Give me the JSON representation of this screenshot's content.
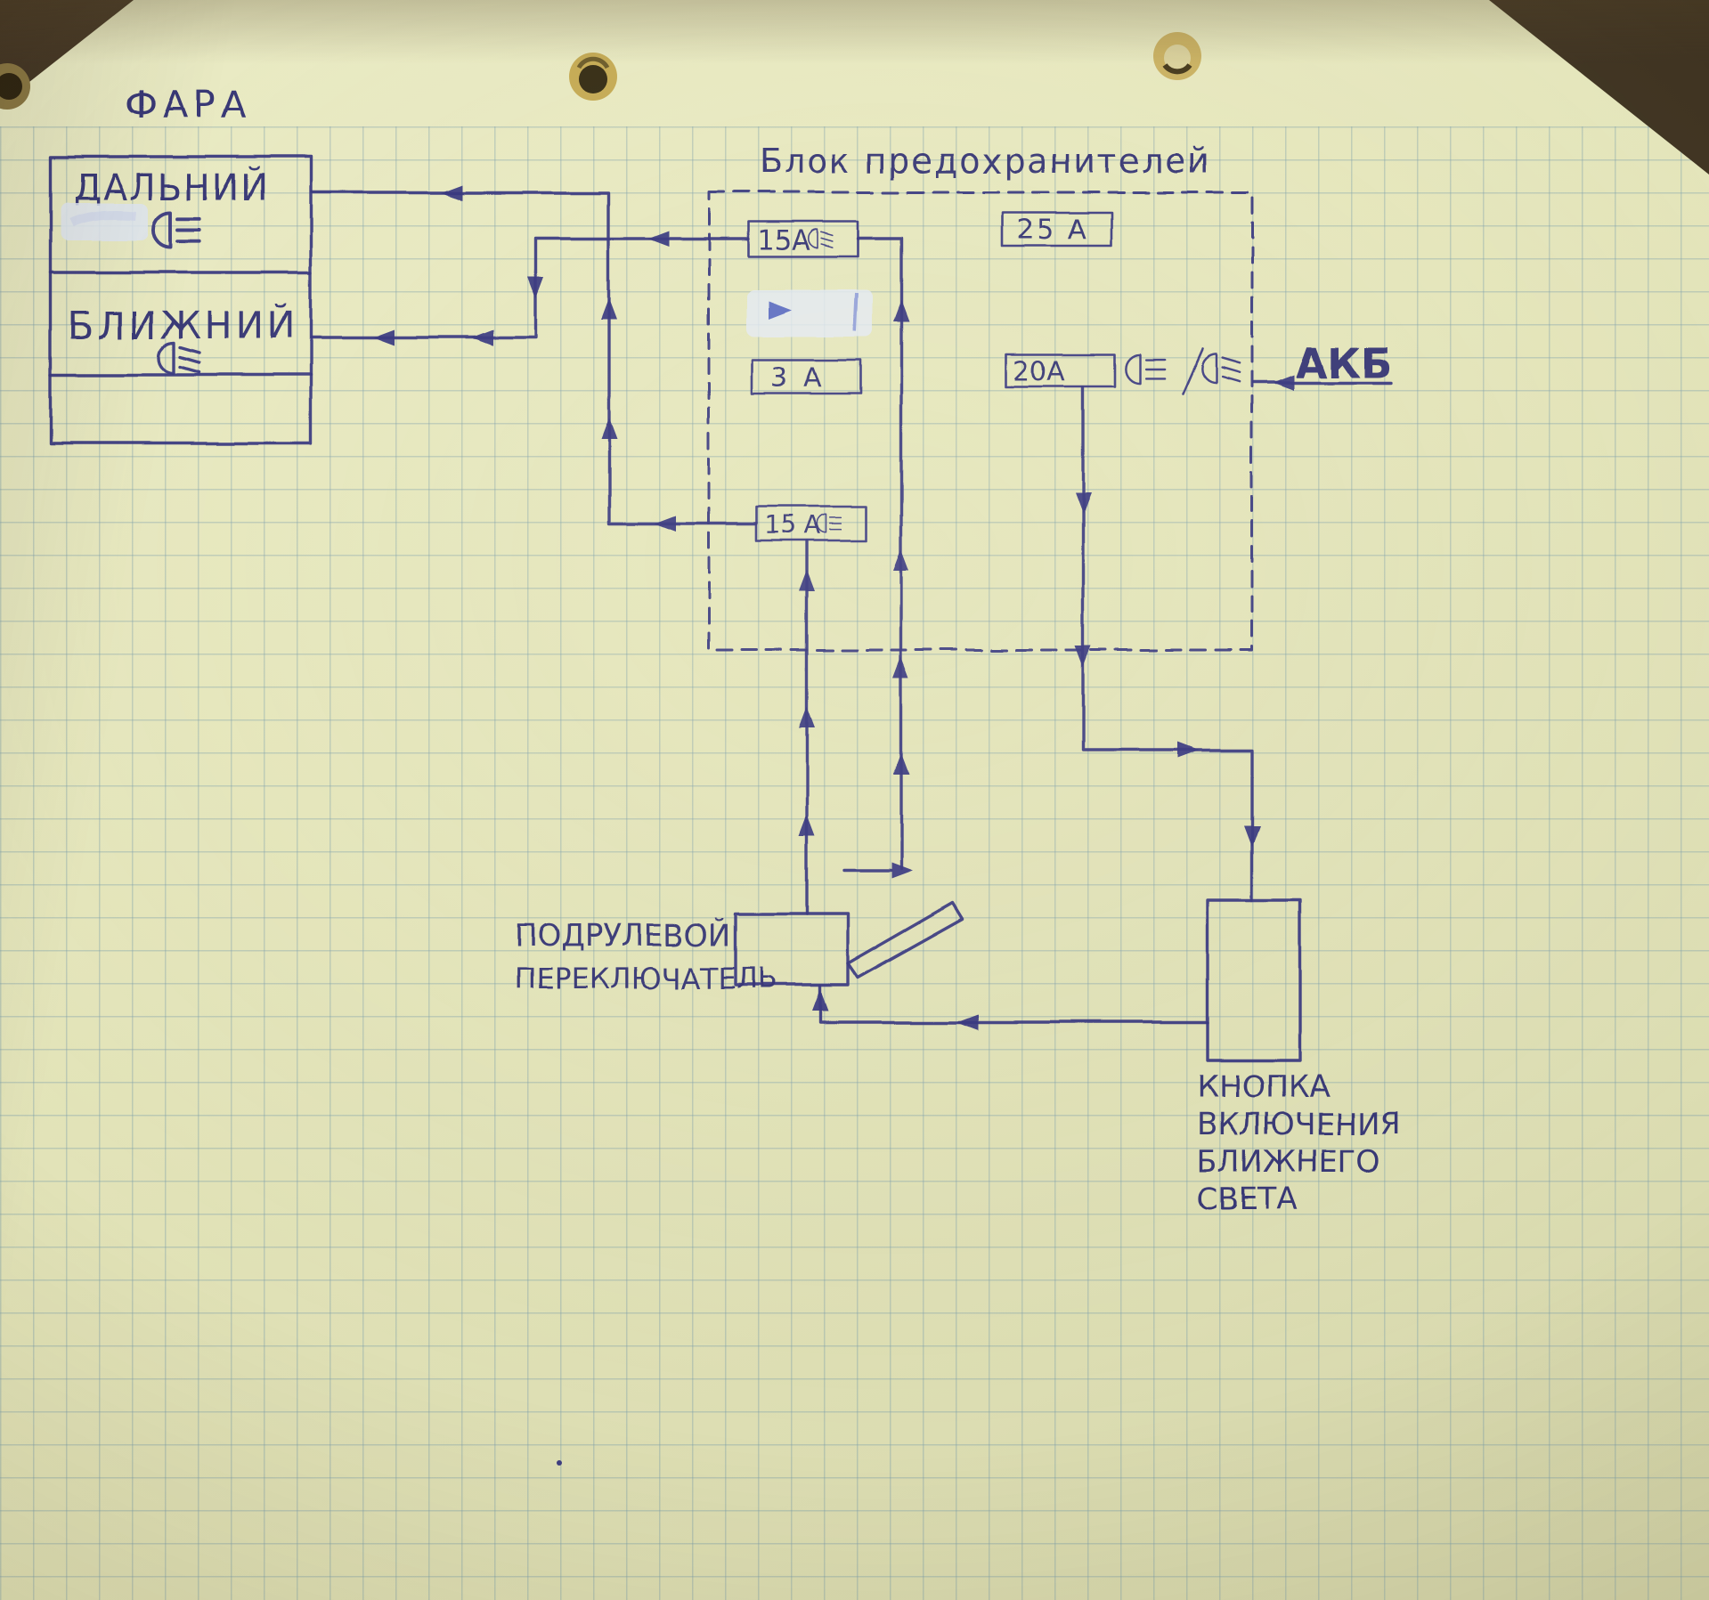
{
  "titles": {
    "headlamp": "ФАРА",
    "fuse_block": "Блок предохранителей"
  },
  "headlamp": {
    "high_beam": "ДАЛЬНИЙ",
    "low_beam": "БЛИЖНИЙ"
  },
  "fuses": {
    "top_15": "15А",
    "spare_25": "25 А",
    "spare_3": "3 А",
    "f20": "20А",
    "bottom_15": "15 А"
  },
  "battery": "АКБ",
  "column_switch": {
    "line1": "ПОДРУЛЕВОЙ",
    "line2": "ПЕРЕКЛЮЧАТЕЛЬ"
  },
  "low_beam_button": {
    "line1": "КНОПКА",
    "line2": "ВКЛЮЧЕНИЯ",
    "line3": "БЛИЖНЕГО",
    "line4": "СВЕТА"
  },
  "colors": {
    "ink": "#32317c",
    "paper": "#e4e5ba",
    "grid_line": "#7c9eaa",
    "whiteout": "#e2e8f4"
  }
}
